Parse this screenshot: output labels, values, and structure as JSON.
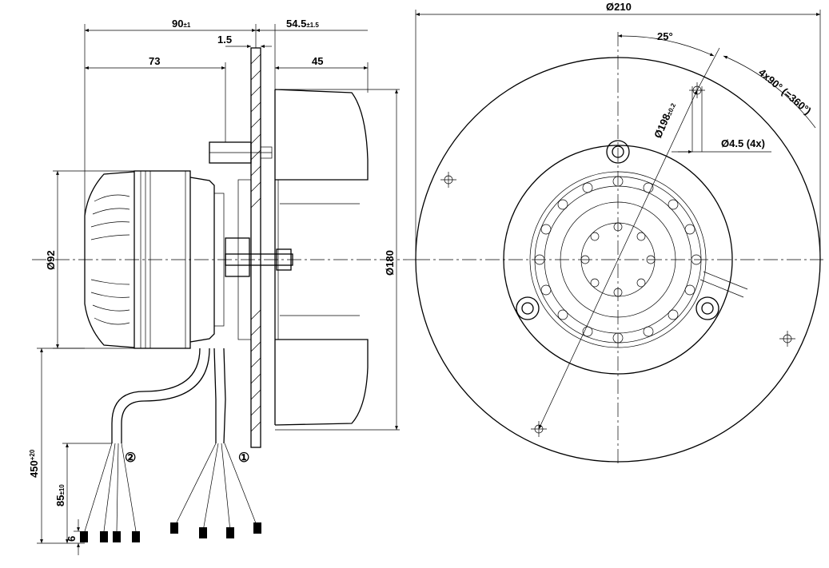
{
  "side_view": {
    "dim_90": "90",
    "dim_90_tol": "±1",
    "dim_54": "54.5",
    "dim_54_tol": "±1.5",
    "dim_1_5": "1.5",
    "dim_73": "73",
    "dim_45": "45",
    "dim_d92": "Ø92",
    "dim_d180": "Ø180",
    "dim_450": "450",
    "dim_450_tol": "+20",
    "dim_85": "85",
    "dim_85_tol": "±10",
    "dim_6": "6",
    "cable_1": "①",
    "cable_2": "②"
  },
  "front_view": {
    "dim_d210": "Ø210",
    "dim_25deg": "25°",
    "dim_4x90": "4x90° (=360°)",
    "dim_d198": "Ø198",
    "dim_d198_tol": "±0.2",
    "dim_d4_5": "Ø4.5 (4x)"
  }
}
